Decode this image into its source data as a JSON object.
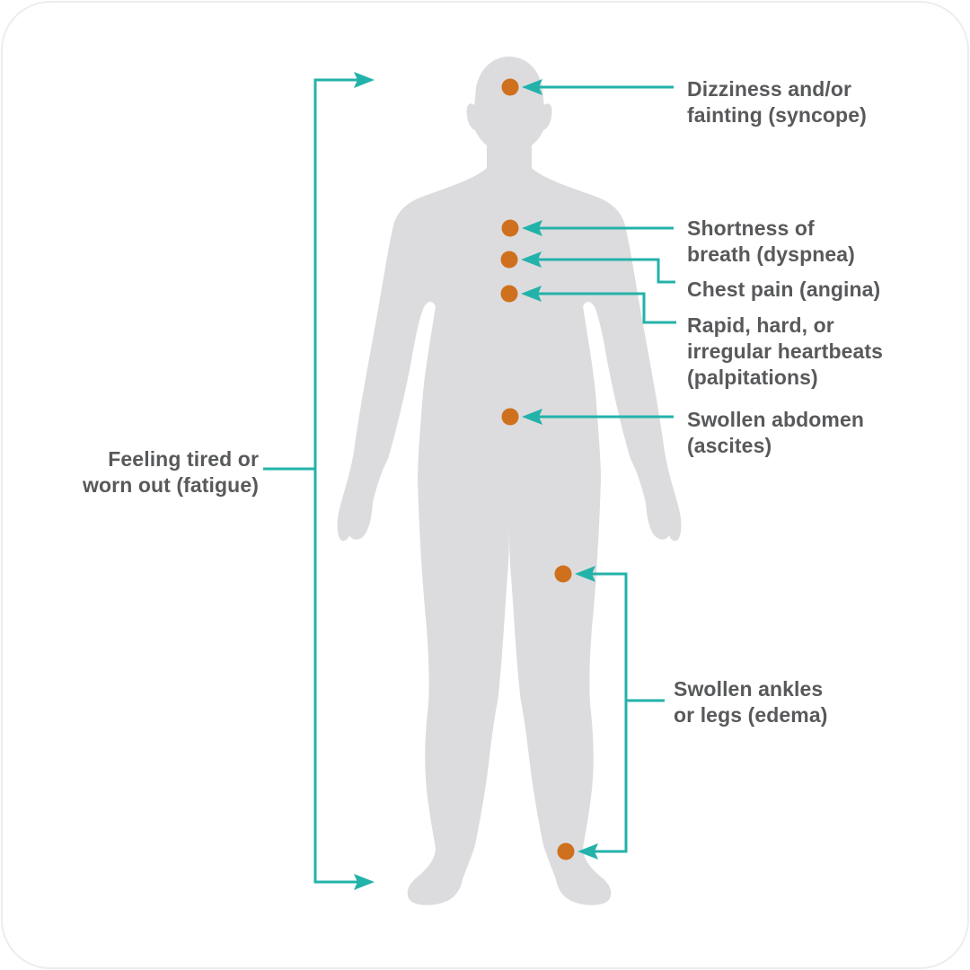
{
  "diagram": {
    "colors": {
      "marker_orange": "#cf701e",
      "callout_teal": "#23b2aa",
      "body_silhouette_gray": "#dcdcde",
      "label_text_gray": "#58595b",
      "background": "#ffffff"
    },
    "labels": {
      "syncope": {
        "line1": "Dizziness and/or",
        "line2": "fainting (syncope)"
      },
      "dyspnea": {
        "line1": "Shortness of",
        "line2": "breath (dyspnea)"
      },
      "angina": {
        "line1": "Chest pain (angina)"
      },
      "palpitations": {
        "line1": "Rapid, hard, or",
        "line2": "irregular heartbeats",
        "line3": "(palpitations)"
      },
      "ascites": {
        "line1": "Swollen abdomen",
        "line2": "(ascites)"
      },
      "fatigue": {
        "line1": "Feeling tired or",
        "line2": "worn out (fatigue)"
      },
      "edema": {
        "line1": "Swollen ankles",
        "line2": "or legs (edema)"
      }
    },
    "markers": [
      {
        "symptom": "syncope",
        "body_part": "head"
      },
      {
        "symptom": "dyspnea",
        "body_part": "upper-chest"
      },
      {
        "symptom": "angina",
        "body_part": "chest"
      },
      {
        "symptom": "palpitations",
        "body_part": "heart"
      },
      {
        "symptom": "ascites",
        "body_part": "abdomen"
      },
      {
        "symptom": "edema",
        "body_part": "knee"
      },
      {
        "symptom": "edema",
        "body_part": "ankle"
      }
    ]
  }
}
